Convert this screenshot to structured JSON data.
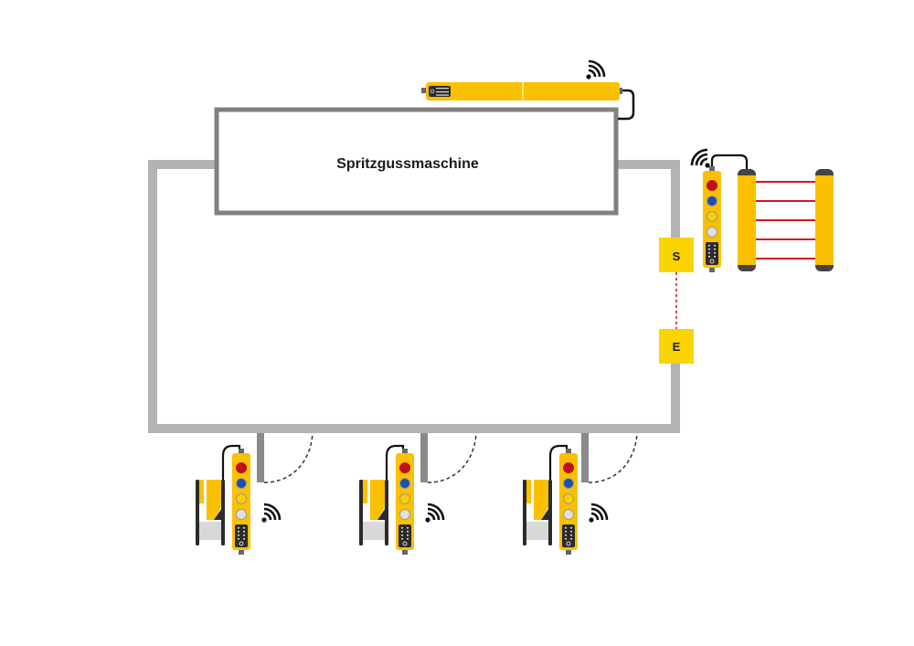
{
  "machine": {
    "label": "Spritzgussmaschine"
  },
  "sensor_s": {
    "label": "S"
  },
  "sensor_e": {
    "label": "E"
  },
  "colors": {
    "fence": "#b3b3b3",
    "machine_border": "#808080",
    "device_yellow": "#fbc000",
    "stop_red": "#c0101a",
    "button_blue": "#1f4fa8",
    "beam_red": "#d7141c",
    "dark": "#2b2b2b"
  },
  "icons": [
    "wifi-icon",
    "control-box-icon",
    "door-lock-icon",
    "light-curtain-icon",
    "light-grid-icon"
  ]
}
